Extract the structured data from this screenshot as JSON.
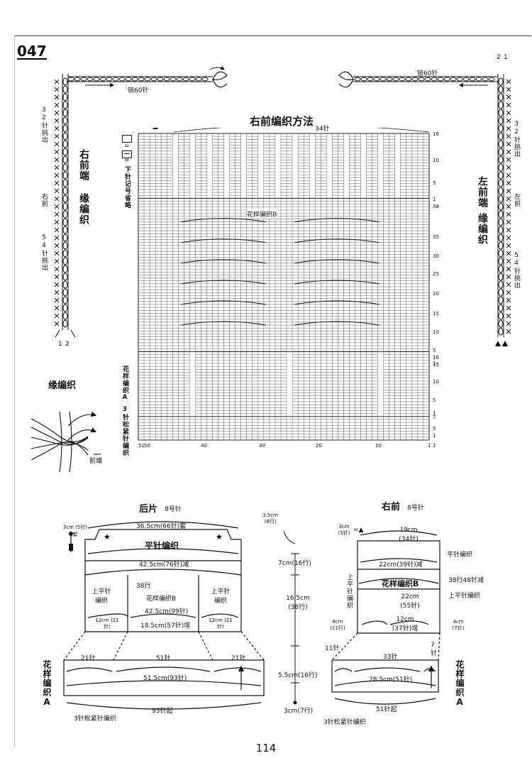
{
  "pattern_number": "047",
  "page_number": "114",
  "left_edge": {
    "title_1": "右前端",
    "title_2": "缘编织",
    "pick_top": "32针挑出",
    "side_label": "右前",
    "pick_bottom": "54针挑出",
    "chain_label": "锁60针",
    "num_1": "1",
    "num_2": "2"
  },
  "right_edge": {
    "title_1": "左前端",
    "title_2": "缘编织",
    "pick_top": "32针挑出",
    "side_label": "左前",
    "pick_bottom": "54针挑出",
    "chain_label": "锁60针",
    "num_1": "1",
    "num_2": "2"
  },
  "chart": {
    "title": "右前编织方法",
    "top_stitches": "34针",
    "legend_1": "=",
    "legend_2": "=",
    "legend_note": "下针记号省略",
    "pattern_b": "花样编织B",
    "pattern_a": "花样编织A",
    "loose": "3针松紧针编织",
    "right_ticks_upper": [
      "16",
      "10",
      "5",
      "1",
      "38",
      "35",
      "30",
      "25",
      "20",
      "15",
      "10",
      "5",
      "1"
    ],
    "right_ticks_lower": [
      "16",
      "15",
      "10",
      "5",
      "1",
      "7",
      "5",
      "1",
      "1"
    ],
    "bottom_ticks": [
      "51",
      "50",
      "40",
      "30",
      "20",
      "10",
      "1"
    ]
  },
  "border_section": {
    "title": "缘编织",
    "label": "前端"
  },
  "back_piece": {
    "title": "后片",
    "needle": "8号针",
    "shoulder": "3cm (5针)套",
    "top_width": "36.5cm(66针)套",
    "flat": "平针编织",
    "dec_width": "42.5cm(76针)减",
    "rows": "38行",
    "upper_flat_left": "上平针编织",
    "pattern_b": "花样编织B",
    "upper_flat_right": "上平针编织",
    "mid_width": "42.5cm(99针)",
    "left_bottom": "12cm (21针)",
    "center_bottom": "18.5cm(57针)增",
    "right_bottom": "12cm (21针)",
    "ribbing_left": "21针",
    "ribbing_center": "51针",
    "ribbing_right": "21针",
    "ribbing_width": "51.5cm(93针)",
    "cast_on": "93针起",
    "loose": "3针松紧针编织",
    "pattern_a": "花样编织A"
  },
  "heights": {
    "top": "3.5cm (8行)",
    "h1": "7cm(16行)",
    "h2": "16.5cm (38行)",
    "h3": "5.5cm(16行)",
    "h4": "3cm(7行)"
  },
  "right_front": {
    "title": "右前",
    "needle": "8号针",
    "shoulder": "3cm (5针)",
    "shoulder_mark": "=▲",
    "top_width": "19cm (34针)",
    "flat": "平针编织",
    "dec_width": "22cm(39针)减",
    "rows_dec": "38行48针减",
    "upper_flat_side": "上平针编织",
    "upper_flat_left": "上平针编织",
    "pattern_b": "花样编织B",
    "mid_width": "22cm (55针)",
    "left_small": "6cm (11行)",
    "bottom_mid": "12cm (37针)增",
    "right_small": "4cm (7针)",
    "rib_left": "11针",
    "rib_center": "33针",
    "rib_right": "7针",
    "ribbing_width": "28.5cm(51针)",
    "cast_on": "51针起",
    "loose": "3针松紧针编织",
    "pattern_a": "花样编织A"
  }
}
